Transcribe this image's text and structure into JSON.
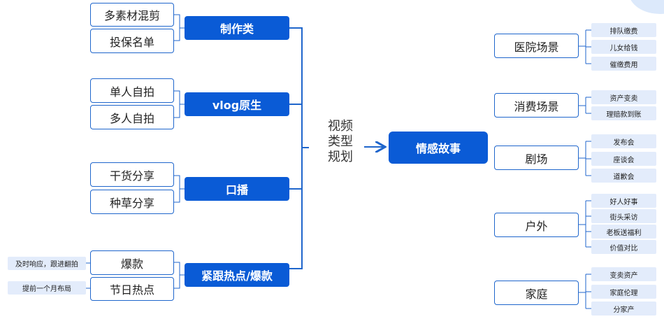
{
  "root": {
    "lines": [
      "视频",
      "类型",
      "规划"
    ]
  },
  "center": {
    "label": "情感故事"
  },
  "categories": [
    {
      "label": "制作类",
      "items": [
        "多素材混剪",
        "投保名单"
      ]
    },
    {
      "label": "vlog原生",
      "items": [
        "单人自拍",
        "多人自拍"
      ]
    },
    {
      "label": "口播",
      "items": [
        "干货分享",
        "种草分享"
      ]
    },
    {
      "label": "紧跟热点/爆款",
      "items": [
        "爆款",
        "节日热点"
      ]
    }
  ],
  "notes": [
    "及时响应，跟进翻拍",
    "提前一个月布局"
  ],
  "scenes": [
    {
      "label": "医院场景",
      "tags": [
        "排队缴费",
        "儿女给钱",
        "催缴费用"
      ]
    },
    {
      "label": "消费场景",
      "tags": [
        "资产变卖",
        "理赔款到账"
      ]
    },
    {
      "label": "剧场",
      "tags": [
        "发布会",
        "座谈会",
        "道歉会"
      ]
    },
    {
      "label": "户外",
      "tags": [
        "好人好事",
        "街头采访",
        "老板送福利",
        "价值对比"
      ]
    },
    {
      "label": "家庭",
      "tags": [
        "变卖资产",
        "家庭伦理",
        "分家产"
      ]
    }
  ],
  "colors": {
    "primary": "#0a5bd6",
    "tag_bg": "#e3ecfb",
    "line": "#1f66cc"
  }
}
